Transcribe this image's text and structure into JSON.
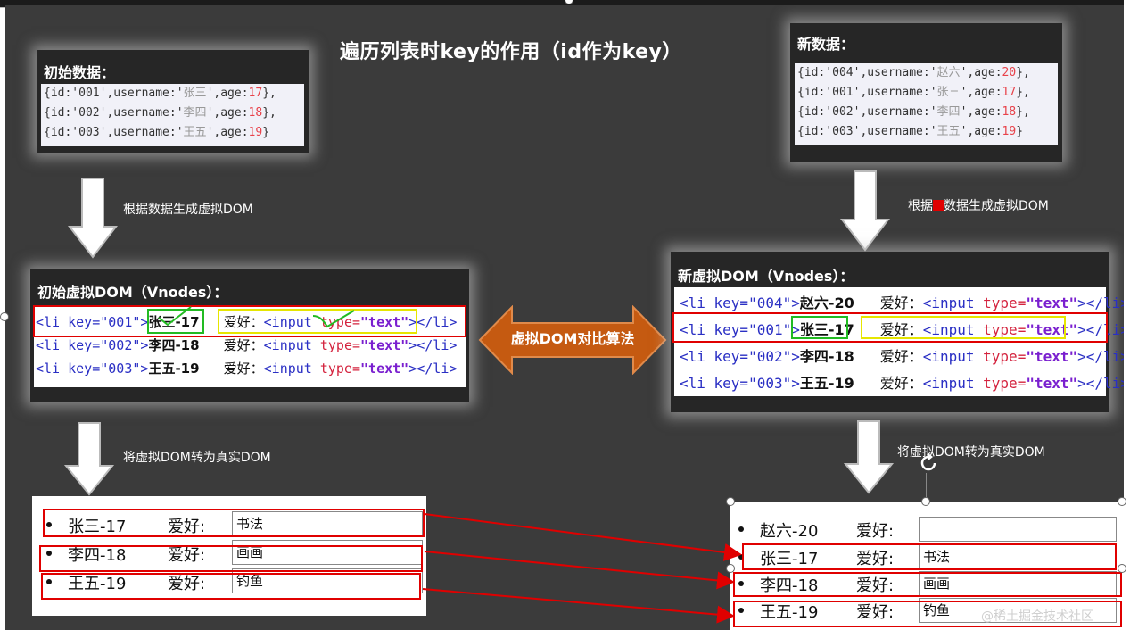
{
  "title": "遍历列表时key的作用（id作为key）",
  "initial_data": {
    "title": "初始数据：",
    "lines": [
      {
        "pre": "{id:'001',username:'",
        "name": "张三",
        "mid": "',age:",
        "age": "17",
        "post": "},"
      },
      {
        "pre": "{id:'002',username:'",
        "name": "李四",
        "mid": "',age:",
        "age": "18",
        "post": "},"
      },
      {
        "pre": "{id:'003',username:'",
        "name": "王五",
        "mid": "',age:",
        "age": "19",
        "post": "}"
      }
    ]
  },
  "new_data": {
    "title": "新数据：",
    "lines": [
      {
        "pre": "{id:'004',username:'",
        "name": "赵六",
        "mid": "',age:",
        "age": "20",
        "post": "},"
      },
      {
        "pre": "{id:'001',username:'",
        "name": "张三",
        "mid": "',age:",
        "age": "17",
        "post": "},"
      },
      {
        "pre": "{id:'002',username:'",
        "name": "李四",
        "mid": "',age:",
        "age": "18",
        "post": "},"
      },
      {
        "pre": "{id:'003',username:'",
        "name": "王五",
        "mid": "',age:",
        "age": "19",
        "post": "}"
      }
    ]
  },
  "labels": {
    "gen_left": "根据数据生成虚拟DOM",
    "gen_right_a": "根据",
    "gen_right_b": "数据生成虚拟DOM",
    "to_real_left": "将虚拟DOM转为真实DOM",
    "to_real_right": "将虚拟DOM转为真实DOM",
    "compare": "虚拟DOM对比算法",
    "watermark": "@稀土掘金技术社区"
  },
  "initial_vdom": {
    "title": "初始虚拟DOM（Vnodes）：",
    "lines": [
      {
        "open": "<li key=",
        "key": "\"001\"",
        "gt": ">",
        "text": "张三-17",
        "hobby": "爱好：",
        "input": "<input",
        "type": "type=",
        "tval": "\"text\"",
        "close": "></li>"
      },
      {
        "open": "<li key=",
        "key": "\"002\"",
        "gt": ">",
        "text": "李四-18",
        "hobby": "爱好：",
        "input": "<input",
        "type": "type=",
        "tval": "\"text\"",
        "close": "></li>"
      },
      {
        "open": "<li key=",
        "key": "\"003\"",
        "gt": ">",
        "text": "王五-19",
        "hobby": "爱好：",
        "input": "<input",
        "type": "type=",
        "tval": "\"text\"",
        "close": "></li>"
      }
    ]
  },
  "new_vdom": {
    "title": "新虚拟DOM（Vnodes）：",
    "lines": [
      {
        "open": "<li key=",
        "key": "\"004\"",
        "gt": ">",
        "text": "赵六-20",
        "hobby": "爱好：",
        "input": "<input",
        "type": "type=",
        "tval": "\"text\"",
        "close": "></li>"
      },
      {
        "open": "<li key=",
        "key": "\"001\"",
        "gt": ">",
        "text": "张三-17",
        "hobby": "爱好：",
        "input": "<input",
        "type": "type=",
        "tval": "\"text\"",
        "close": "></li>"
      },
      {
        "open": "<li key=",
        "key": "\"002\"",
        "gt": ">",
        "text": "李四-18",
        "hobby": "爱好：",
        "input": "<input",
        "type": "type=",
        "tval": "\"text\"",
        "close": "></li>"
      },
      {
        "open": "<li key=",
        "key": "\"003\"",
        "gt": ">",
        "text": "王五-19",
        "hobby": "爱好：",
        "input": "<input",
        "type": "type=",
        "tval": "\"text\"",
        "close": "></li>"
      }
    ]
  },
  "initial_real": {
    "rows": [
      {
        "text": "张三-17",
        "hobby": "爱好:",
        "value": "书法"
      },
      {
        "text": "李四-18",
        "hobby": "爱好:",
        "value": "画画"
      },
      {
        "text": "王五-19",
        "hobby": "爱好:",
        "value": "钓鱼"
      }
    ]
  },
  "new_real": {
    "rows": [
      {
        "text": "赵六-20",
        "hobby": "爱好:",
        "value": ""
      },
      {
        "text": "张三-17",
        "hobby": "爱好:",
        "value": "书法"
      },
      {
        "text": "李四-18",
        "hobby": "爱好:",
        "value": "画画"
      },
      {
        "text": "王五-19",
        "hobby": "爱好:",
        "value": "钓鱼"
      }
    ]
  },
  "colors": {
    "highlight_red": "#e00000",
    "highlight_green": "#22bb22",
    "highlight_yellow": "#e6e600",
    "compare_arrow": "#c55a11"
  }
}
